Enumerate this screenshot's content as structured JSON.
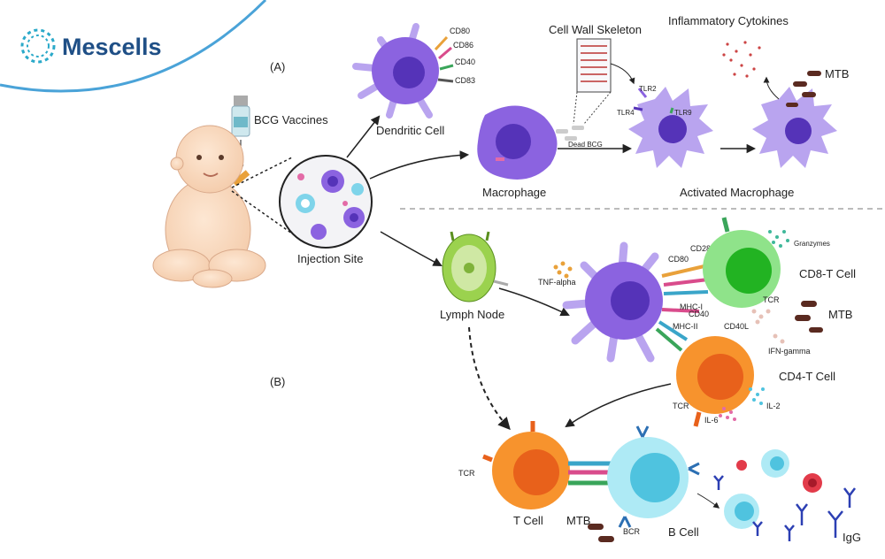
{
  "brand": {
    "name": "Mescells"
  },
  "sections": {
    "a": "(A)",
    "b": "(B)"
  },
  "labels": {
    "bcg_vaccines": "BCG Vaccines",
    "injection_site": "Injection Site",
    "dendritic_cell": "Dendritic Cell",
    "macrophage": "Macrophage",
    "dead_bcg": "Dead BCG",
    "cell_wall_skeleton": "Cell Wall Skeleton",
    "inflammatory_cytokines": "Inflammatory Cytokines",
    "activated_macrophage": "Activated Macrophage",
    "mtb": "MTB",
    "lymph_node": "Lymph Node",
    "tnf_alpha": "TNF-alpha",
    "granzymes": "Granzymes",
    "cd8_t_cell": "CD8-T Cell",
    "cd4_t_cell": "CD4-T Cell",
    "ifn_gamma": "IFN-gamma",
    "il2": "IL-2",
    "il6": "IL-6",
    "t_cell": "T Cell",
    "b_cell": "B Cell",
    "igg": "IgG",
    "bcr": "BCR",
    "tcr": "TCR"
  },
  "markers": {
    "cd80": "CD80",
    "cd86": "CD86",
    "cd40": "CD40",
    "cd83": "CD83",
    "tlr2": "TLR2",
    "tlr4": "TLR4",
    "tlr9": "TLR9",
    "cd28": "CD28",
    "mhc1": "MHC-I",
    "mhc2": "MHC-II",
    "cd40l": "CD40L"
  },
  "colors": {
    "purple": "#8b63e0",
    "purple_dark": "#5533b8",
    "lavender": "#b9a4ef",
    "green": "#8fe38a",
    "green_dark": "#22b322",
    "orange": "#f7932d",
    "orange_dark": "#e8611b",
    "cyan": "#aeeaf5",
    "cyan_dark": "#4fc3df",
    "brown": "#5a2a20",
    "brand_blue": "#1f4f86",
    "logo_teal": "#2aa9c9"
  },
  "icons": [
    "logo-flower-icon",
    "vaccine-vial-icon",
    "syringe-icon",
    "baby-illustration",
    "antibody-icon"
  ]
}
